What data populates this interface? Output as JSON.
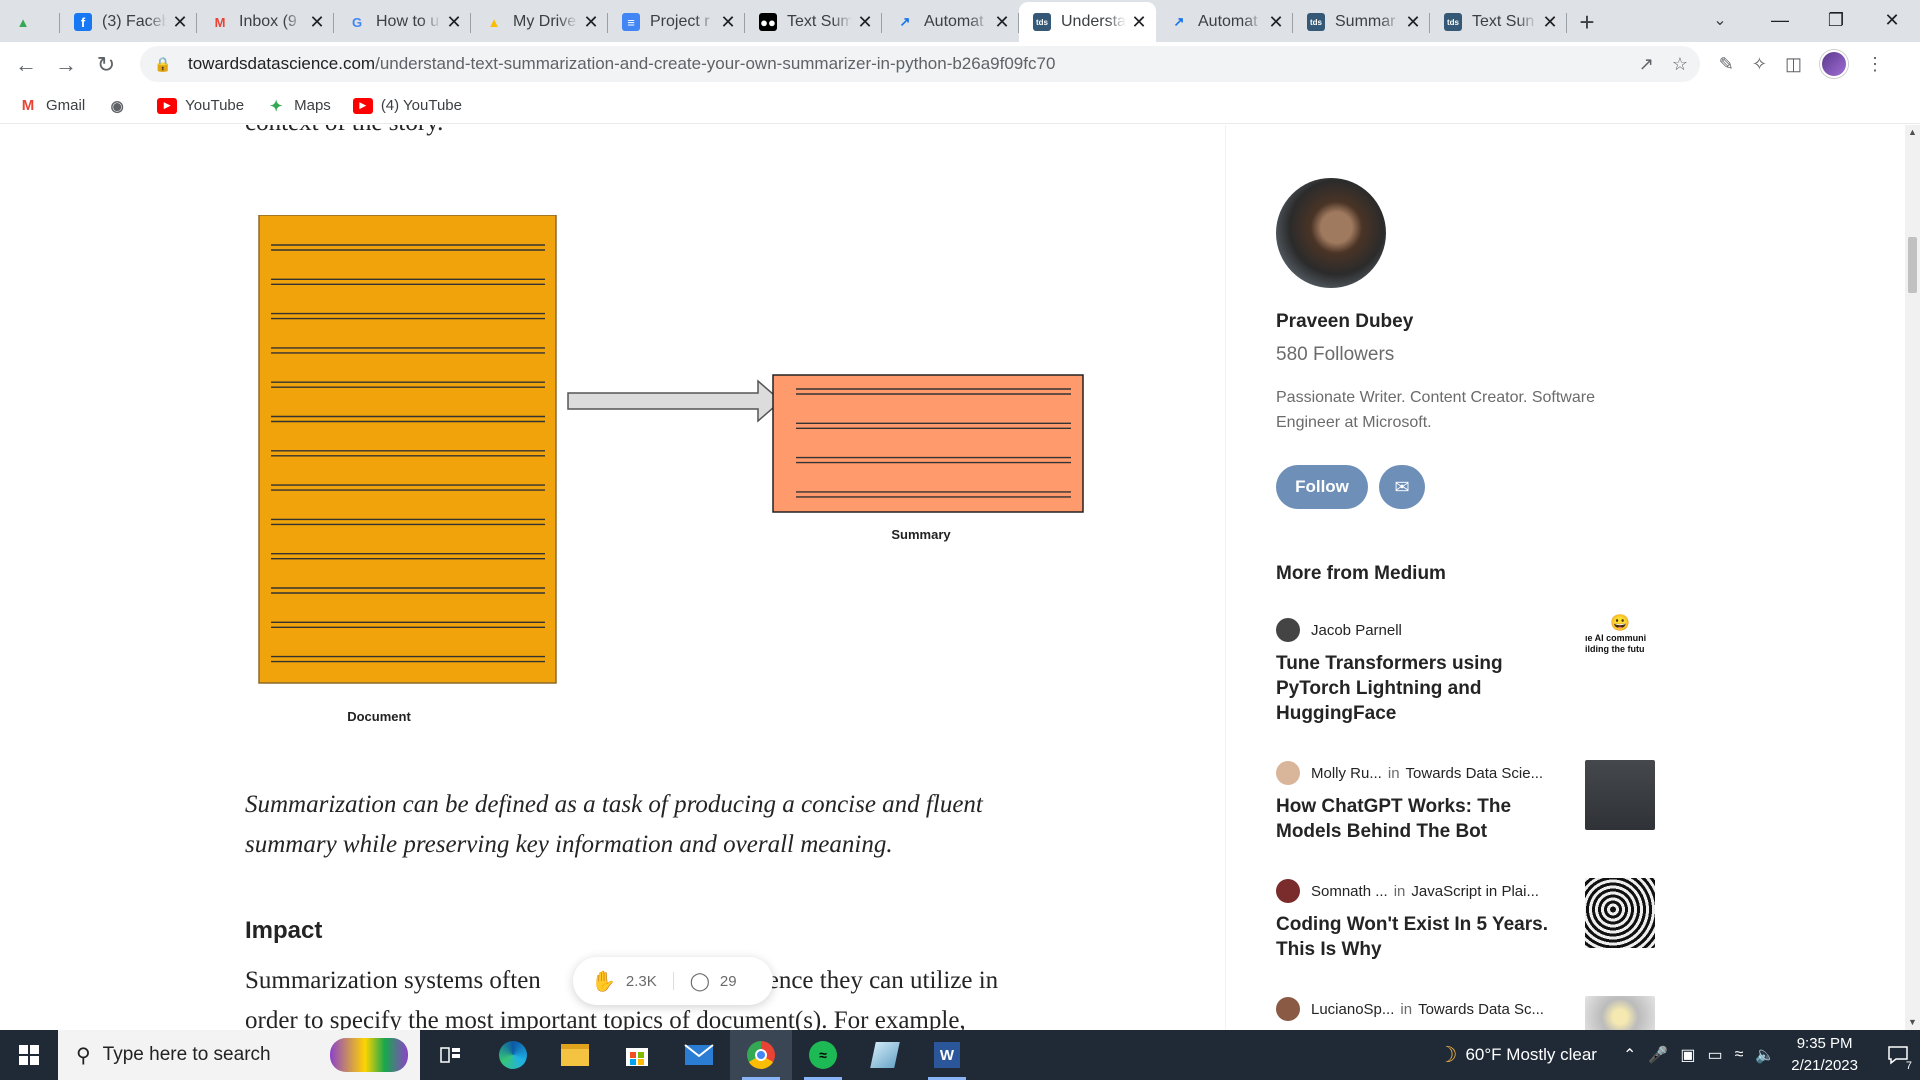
{
  "browser": {
    "tabs": [
      {
        "title": "",
        "icon": "google-drive-icon",
        "color": "#34a853"
      },
      {
        "title": "(3) Faceb",
        "icon": "facebook-icon",
        "color": "#1877f2"
      },
      {
        "title": "Inbox (9",
        "icon": "gmail-icon",
        "color": "#ea4335"
      },
      {
        "title": "How to u",
        "icon": "google-icon",
        "color": "#4285f4"
      },
      {
        "title": "My Drive",
        "icon": "google-drive-icon",
        "color": "#fbbc04"
      },
      {
        "title": "Project r",
        "icon": "google-docs-icon",
        "color": "#4285f4"
      },
      {
        "title": "Text Sum",
        "icon": "medium-icon",
        "color": "#000000"
      },
      {
        "title": "Automat",
        "icon": "chart-line-icon",
        "color": "#1a73e8"
      },
      {
        "title": "Understa",
        "icon": "tds-icon",
        "color": "#355876",
        "active": true
      },
      {
        "title": "Automat",
        "icon": "chart-line-icon",
        "color": "#1a73e8"
      },
      {
        "title": "Summar",
        "icon": "tds-icon",
        "color": "#355876"
      },
      {
        "title": "Text Sun",
        "icon": "tds-icon",
        "color": "#355876"
      }
    ],
    "url_host": "towardsdatascience.com",
    "url_path": "/understand-text-summarization-and-create-your-own-summarizer-in-python-b26a9f09fc70",
    "bookmarks": [
      {
        "label": "Gmail",
        "icon": "gmail-icon"
      },
      {
        "label": "",
        "icon": "globe-icon"
      },
      {
        "label": "YouTube",
        "icon": "youtube-icon"
      },
      {
        "label": "Maps",
        "icon": "maps-icon"
      },
      {
        "label": "(4) YouTube",
        "icon": "youtube-icon"
      }
    ]
  },
  "article": {
    "cut_text": "context of the story.",
    "diagram": {
      "document_label": "Document",
      "summary_label": "Summary",
      "document_color": "#f0a30a",
      "summary_color": "#ff9a6c"
    },
    "definition": "Summarization can be defined as a task of producing a concise and fluent summary while preserving key information and overall meaning.",
    "section_title": "Impact",
    "paragraph_line1": "Summarization systems often",
    "paragraph_line1b": "vidence they can utilize in",
    "paragraph_line2": "order to specify the most important topics of document(s). For example,",
    "claps": "2.3K",
    "responses": "29"
  },
  "sidebar": {
    "author_name": "Praveen Dubey",
    "followers": "580 Followers",
    "bio": "Passionate Writer. Content Creator. Software Engineer at Microsoft.",
    "follow_label": "Follow",
    "more_title": "More from Medium",
    "recommendations": [
      {
        "author": "Jacob Parnell",
        "in": "",
        "publication": "",
        "title": "Tune Transformers using PyTorch Lightning and HuggingFace",
        "thumb_text": "ıe AI communi ilding the futu"
      },
      {
        "author": "Molly Ru...",
        "in": "in",
        "publication": "Towards Data Scie...",
        "title": "How ChatGPT Works: The Models Behind The Bot",
        "thumb_text": ""
      },
      {
        "author": "Somnath ...",
        "in": "in",
        "publication": "JavaScript in Plai...",
        "title": "Coding Won't Exist In 5 Years. This Is Why",
        "thumb_text": ""
      },
      {
        "author": "LucianoSp...",
        "in": "in",
        "publication": "Towards Data Sc...",
        "title": "",
        "thumb_text": ""
      }
    ]
  },
  "taskbar": {
    "search_placeholder": "Type here to search",
    "weather": "60°F  Mostly clear",
    "time": "9:35 PM",
    "date": "2/21/2023",
    "notifications": "7"
  }
}
